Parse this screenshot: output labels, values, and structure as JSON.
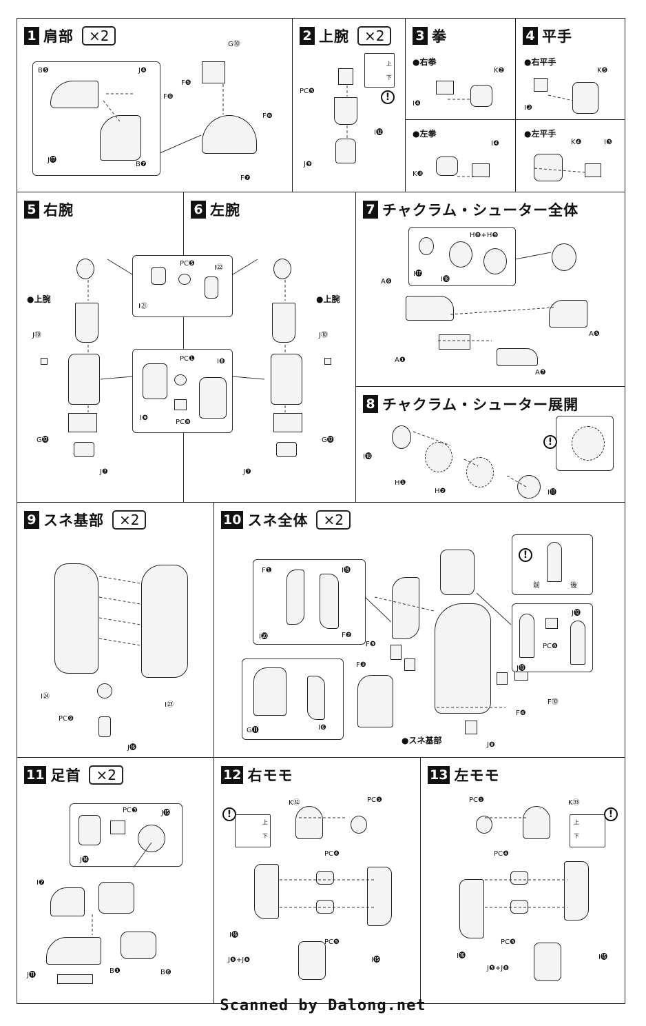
{
  "steps": [
    {
      "no": "1",
      "title": "肩部",
      "count": "×2",
      "labels": [
        "G⓾",
        "B❺",
        "J❹",
        "F❺",
        "F❽",
        "F❻",
        "J⓱",
        "B❼",
        "F❼"
      ]
    },
    {
      "no": "2",
      "title": "上腕",
      "count": "×2",
      "labels": [
        "PC❺",
        "I⓬",
        "J❾"
      ],
      "note_top": "上",
      "note_bottom": "下"
    },
    {
      "no": "3",
      "title": "拳",
      "count": "",
      "subs": [
        "●右拳",
        "●左拳"
      ],
      "labels": [
        "K❷",
        "I❹",
        "I❹",
        "K❸"
      ]
    },
    {
      "no": "4",
      "title": "平手",
      "count": "",
      "subs": [
        "●右平手",
        "●左平手"
      ],
      "labels": [
        "K❺",
        "I❸",
        "K❹",
        "I❸"
      ]
    },
    {
      "no": "5",
      "title": "右腕",
      "count": "",
      "subs": [
        "●上腕"
      ],
      "labels": [
        "J⓾",
        "G⓬",
        "J❼"
      ]
    },
    {
      "no": "6",
      "title": "左腕",
      "count": "",
      "subs": [
        "●上腕"
      ],
      "labels": [
        "J⓾",
        "G⓬",
        "J❼"
      ],
      "inset_labels": [
        "PC❺",
        "I㉒",
        "I㉑",
        "PC❶",
        "I❽",
        "I❾",
        "PC❽"
      ]
    },
    {
      "no": "7",
      "title": "チャクラム・シューター全体",
      "count": "",
      "labels": [
        "H❽+H❾",
        "I⓱",
        "I⓲",
        "A❻",
        "A❺",
        "A❶",
        "A❼"
      ]
    },
    {
      "no": "8",
      "title": "チャクラム・シューター展開",
      "count": "",
      "labels": [
        "I⓲",
        "H❶",
        "H❷",
        "I⓱"
      ]
    },
    {
      "no": "9",
      "title": "スネ基部",
      "count": "×2",
      "labels": [
        "I㉔",
        "I㉓",
        "PC❾",
        "J⓰"
      ]
    },
    {
      "no": "10",
      "title": "スネ全体",
      "count": "×2",
      "labels": [
        "F❶",
        "I⓳",
        "I⓴",
        "F❷",
        "F❾",
        "F❸",
        "G⓫",
        "I❻",
        "J⓬",
        "PC❻",
        "J⓭",
        "F❹",
        "F⓾",
        "J❽"
      ],
      "subs": [
        "●スネ基部"
      ],
      "note_front": "前",
      "note_back": "後"
    },
    {
      "no": "11",
      "title": "足首",
      "count": "×2",
      "labels": [
        "PC❸",
        "J⓯",
        "J⓮",
        "I❼",
        "B❶",
        "B❻",
        "J⓫"
      ]
    },
    {
      "no": "12",
      "title": "右モモ",
      "count": "",
      "labels": [
        "K㉜",
        "PC❶",
        "PC❹",
        "I⓰",
        "PC❺",
        "I⓯",
        "J❺+J❻"
      ],
      "note_top": "上",
      "note_bottom": "下"
    },
    {
      "no": "13",
      "title": "左モモ",
      "count": "",
      "labels": [
        "PC❶",
        "K㉝",
        "PC❹",
        "I⓰",
        "PC❺",
        "I⓯",
        "J❺+J❻"
      ],
      "note_top": "上",
      "note_bottom": "下"
    }
  ],
  "footer": {
    "credit": "Scanned by Dalong.net"
  }
}
